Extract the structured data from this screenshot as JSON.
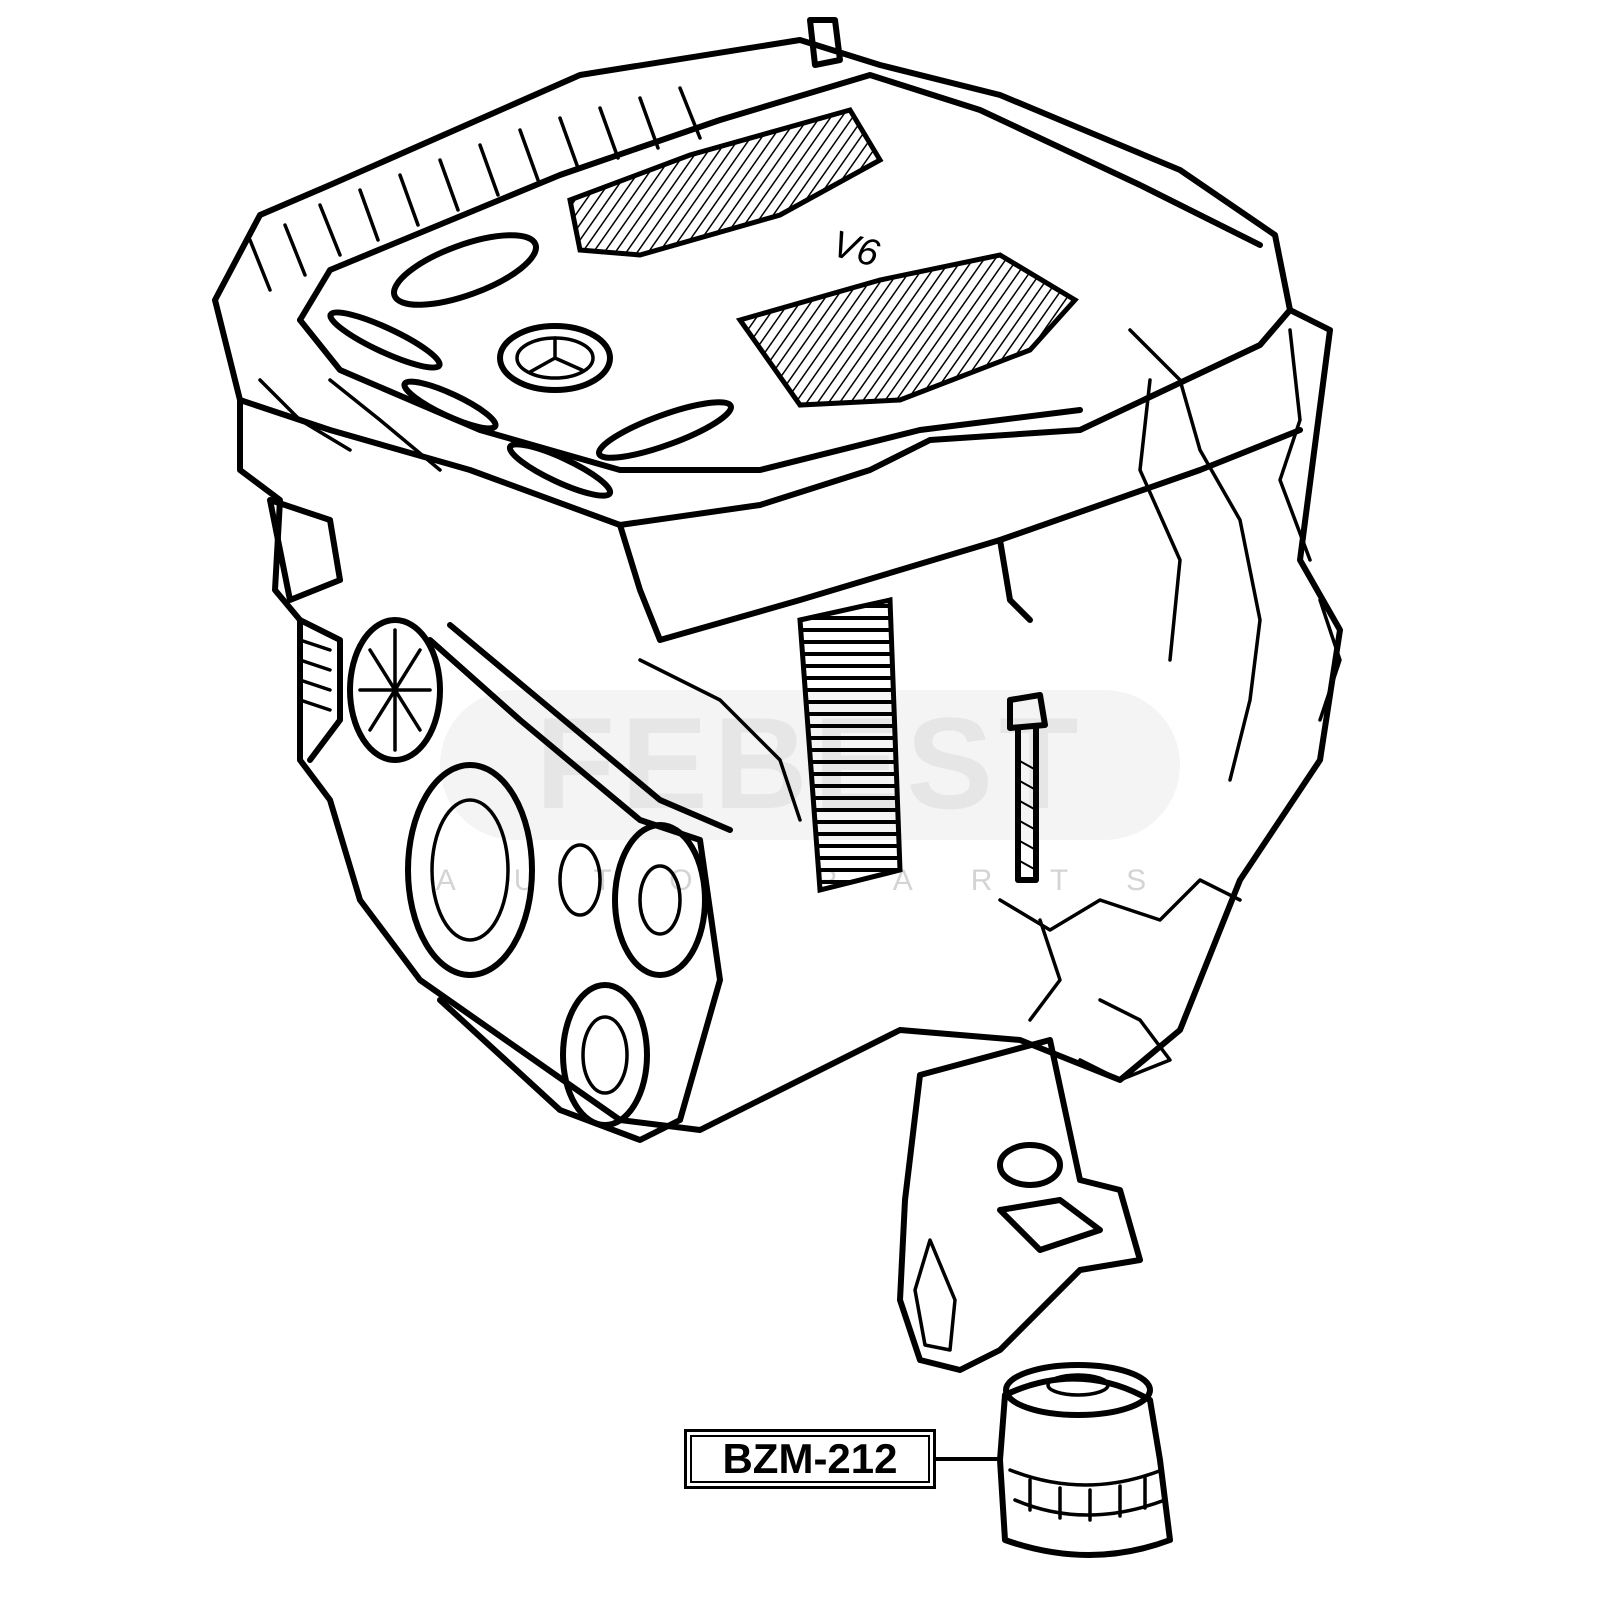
{
  "diagram": {
    "part_number": "BZM-212",
    "watermark": {
      "brand": "FEBEST",
      "subtitle": "AUTO PARTS"
    },
    "engine_cover_badge": "V6"
  }
}
